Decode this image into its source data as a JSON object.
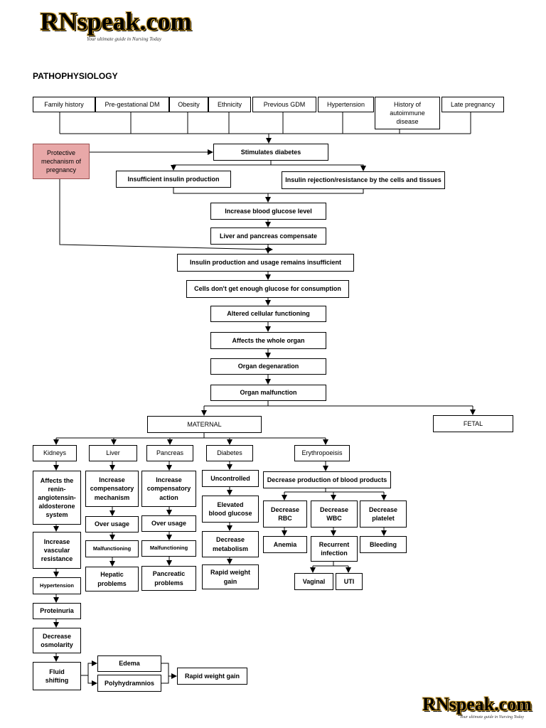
{
  "logo_top": {
    "title": "RNspeak.com",
    "tagline": "Your ultimate guide in Nursing Today"
  },
  "logo_bottom": {
    "title": "RNspeak.com",
    "tagline": "Your ultimate guide in Nursing Today"
  },
  "heading": "PATHOPHYSIOLOGY",
  "risk_factors": [
    "Family history",
    "Pre-gestational DM",
    "Obesity",
    "Ethnicity",
    "Previous GDM",
    "Hypertension",
    "History of\nautoimmune\ndisease",
    "Late pregnancy"
  ],
  "protective": "Protective\nmechanism of\npregnancy",
  "chain": {
    "stimulates": "Stimulates diabetes",
    "insufficient_insulin": "Insufficient insulin production",
    "insulin_rejection": "Insulin rejection/resistance by the cells and tissues",
    "increase_glucose": "Increase blood glucose level",
    "compensate": "Liver and pancreas compensate",
    "remains_insufficient": "Insulin production and usage remains insufficient",
    "cells_glucose": "Cells don't get enough glucose for consumption",
    "altered": "Altered cellular functioning",
    "affects_organ": "Affects the whole organ",
    "degeneration": "Organ degenaration",
    "malfunction": "Organ malfunction"
  },
  "maternal": "MATERNAL",
  "fetal": "FETAL",
  "kidneys": {
    "title": "Kidneys",
    "steps": [
      "Affects the\nrenin-\nangiotensin-\naldosterone\nsystem",
      "Increase\nvascular\nresistance",
      "Hypertension",
      "Proteinuria",
      "Decrease\nosmolarity",
      "Fluid\nshifting"
    ]
  },
  "liver": {
    "title": "Liver",
    "steps": [
      "Increase\ncompensatory\nmechanism",
      "Over usage",
      "Malfunctioning",
      "Hepatic\nproblems"
    ]
  },
  "pancreas": {
    "title": "Pancreas",
    "steps": [
      "Increase\ncompensatory\naction",
      "Over usage",
      "Malfunctioning",
      "Pancreatic\nproblems"
    ]
  },
  "diabetes": {
    "title": "Diabetes",
    "steps": [
      "Uncontrolled",
      "Elevated\nblood glucose",
      "Decrease\nmetabolism",
      "Rapid weight\ngain"
    ]
  },
  "erythropoeisis": {
    "title": "Erythropoeisis",
    "decrease_production": "Decrease production of blood products",
    "rbc": "Decrease\nRBC",
    "wbc": "Decrease\nWBC",
    "platelet": "Decrease\nplatelet",
    "anemia": "Anemia",
    "recurrent": "Recurrent\ninfection",
    "bleeding": "Bleeding",
    "vaginal": "Vaginal",
    "uti": "UTI"
  },
  "edema": "Edema",
  "polyhydramnios": "Polyhydramnios",
  "rapid_weight_gain": "Rapid weight gain"
}
